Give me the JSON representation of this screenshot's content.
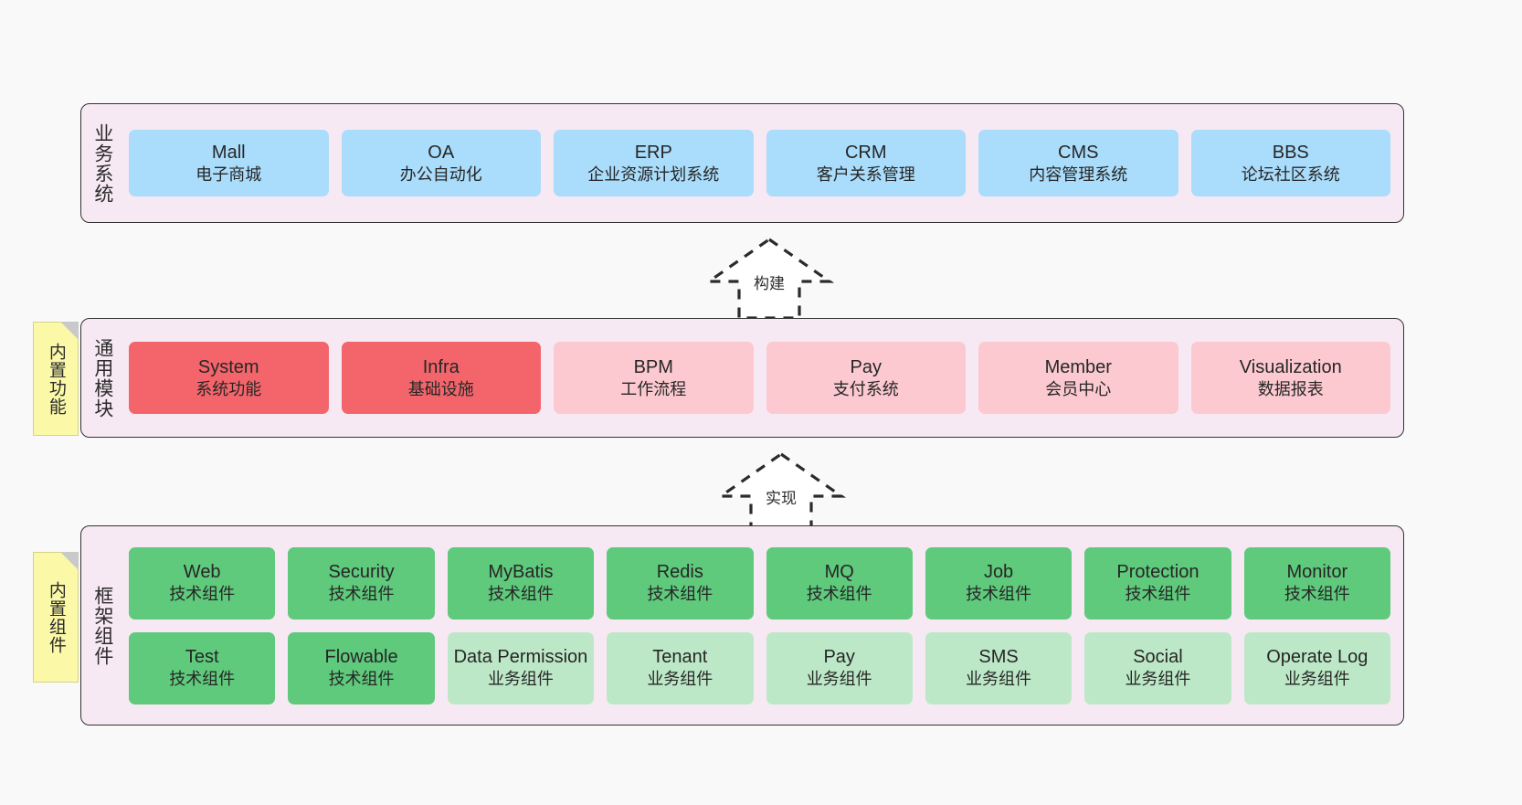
{
  "diagram": {
    "background_color": "#f9f9f9",
    "band_color": "#f7e9f3",
    "note_color": "#fbf8a8"
  },
  "notes": [
    {
      "label": "内置功能"
    },
    {
      "label": "内置组件"
    }
  ],
  "connectors": [
    {
      "label": "构建"
    },
    {
      "label": "实现"
    }
  ],
  "layers": [
    {
      "title": "业务系统",
      "rows": [
        {
          "tiles": [
            {
              "en": "Mall",
              "cn": "电子商城",
              "color": "#aadcfb"
            },
            {
              "en": "OA",
              "cn": "办公自动化",
              "color": "#aadcfb"
            },
            {
              "en": "ERP",
              "cn": "企业资源计划系统",
              "color": "#aadcfb"
            },
            {
              "en": "CRM",
              "cn": "客户关系管理",
              "color": "#aadcfb"
            },
            {
              "en": "CMS",
              "cn": "内容管理系统",
              "color": "#aadcfb"
            },
            {
              "en": "BBS",
              "cn": "论坛社区系统",
              "color": "#aadcfb"
            }
          ]
        }
      ]
    },
    {
      "title": "通用模块",
      "rows": [
        {
          "tiles": [
            {
              "en": "System",
              "cn": "系统功能",
              "color": "#f3656b"
            },
            {
              "en": "Infra",
              "cn": "基础设施",
              "color": "#f3656b"
            },
            {
              "en": "BPM",
              "cn": "工作流程",
              "color": "#fbc9cf"
            },
            {
              "en": "Pay",
              "cn": "支付系统",
              "color": "#fbc9cf"
            },
            {
              "en": "Member",
              "cn": "会员中心",
              "color": "#fbc9cf"
            },
            {
              "en": "Visualization",
              "cn": "数据报表",
              "color": "#fbc9cf"
            }
          ]
        }
      ]
    },
    {
      "title": "框架组件",
      "rows": [
        {
          "tiles": [
            {
              "en": "Web",
              "cn": "技术组件",
              "color": "#5fc97c"
            },
            {
              "en": "Security",
              "cn": "技术组件",
              "color": "#5fc97c"
            },
            {
              "en": "MyBatis",
              "cn": "技术组件",
              "color": "#5fc97c"
            },
            {
              "en": "Redis",
              "cn": "技术组件",
              "color": "#5fc97c"
            },
            {
              "en": "MQ",
              "cn": "技术组件",
              "color": "#5fc97c"
            },
            {
              "en": "Job",
              "cn": "技术组件",
              "color": "#5fc97c"
            },
            {
              "en": "Protection",
              "cn": "技术组件",
              "color": "#5fc97c"
            },
            {
              "en": "Monitor",
              "cn": "技术组件",
              "color": "#5fc97c"
            }
          ]
        },
        {
          "tiles": [
            {
              "en": "Test",
              "cn": "技术组件",
              "color": "#5fc97c"
            },
            {
              "en": "Flowable",
              "cn": "技术组件",
              "color": "#5fc97c"
            },
            {
              "en": "Data Permission",
              "cn": "业务组件",
              "color": "#bde8c7"
            },
            {
              "en": "Tenant",
              "cn": "业务组件",
              "color": "#bde8c7"
            },
            {
              "en": "Pay",
              "cn": "业务组件",
              "color": "#bde8c7"
            },
            {
              "en": "SMS",
              "cn": "业务组件",
              "color": "#bde8c7"
            },
            {
              "en": "Social",
              "cn": "业务组件",
              "color": "#bde8c7"
            },
            {
              "en": "Operate Log",
              "cn": "业务组件",
              "color": "#bde8c7"
            }
          ]
        }
      ]
    }
  ]
}
